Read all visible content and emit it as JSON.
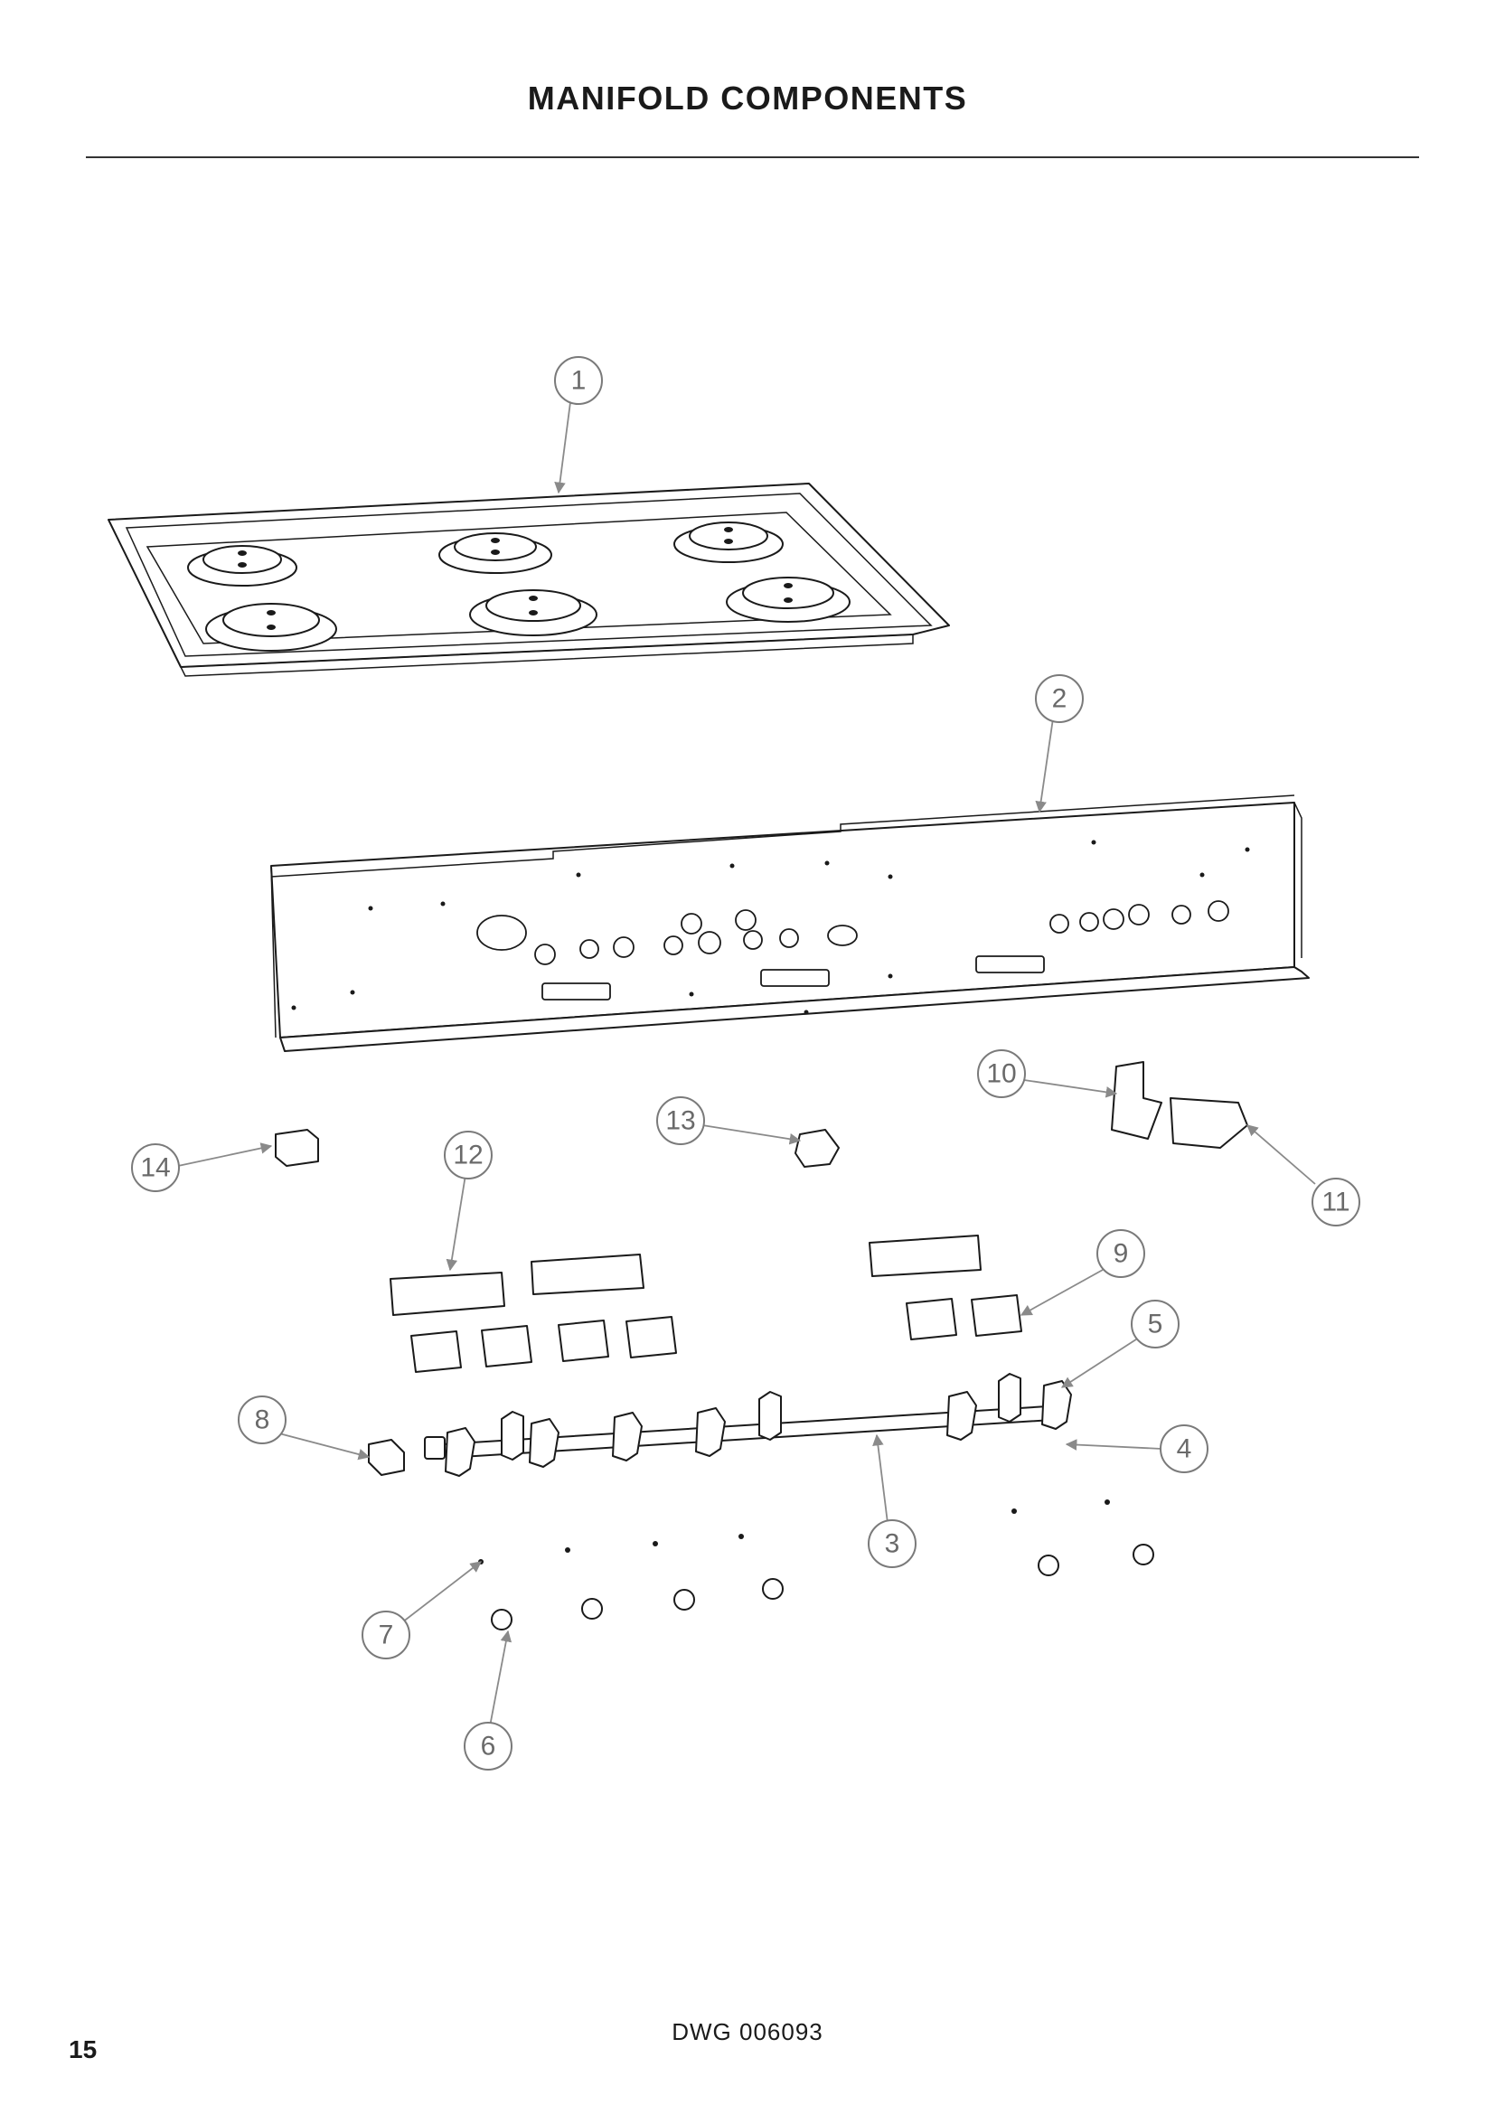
{
  "page": {
    "title": "MANIFOLD COMPONENTS",
    "drawing_number": "DWG 006093",
    "page_number": "15"
  },
  "callouts": [
    "1",
    "2",
    "3",
    "4",
    "5",
    "6",
    "7",
    "8",
    "9",
    "10",
    "11",
    "12",
    "13",
    "14"
  ],
  "colors": {
    "ink": "#1a1a1a",
    "callout": "#7a7a7a",
    "background": "#ffffff"
  }
}
